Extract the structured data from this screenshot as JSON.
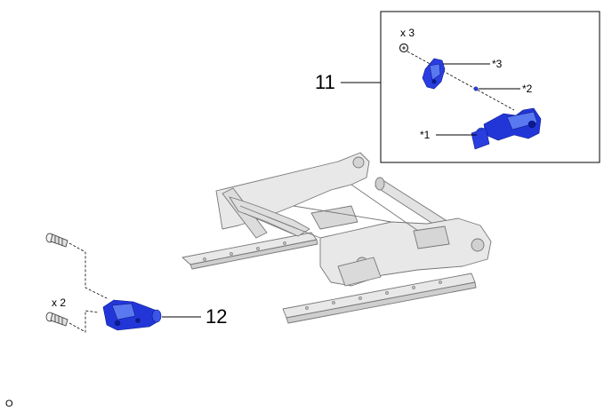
{
  "diagram": {
    "callouts": {
      "part_11": "11",
      "part_12": "12",
      "ref_1": "*1",
      "ref_2": "*2",
      "ref_3": "*3"
    },
    "quantities": {
      "inset_screws": "x 3",
      "bolts": "x 2"
    },
    "footer_code": "O"
  },
  "colors": {
    "part_blue": "#1f32d6",
    "part_blue_dark": "#0b1a8c",
    "part_blue_light": "#5a78f0",
    "frame_grey": "#e6e6e6",
    "frame_line": "#7a7a7a",
    "ink": "#000000"
  }
}
